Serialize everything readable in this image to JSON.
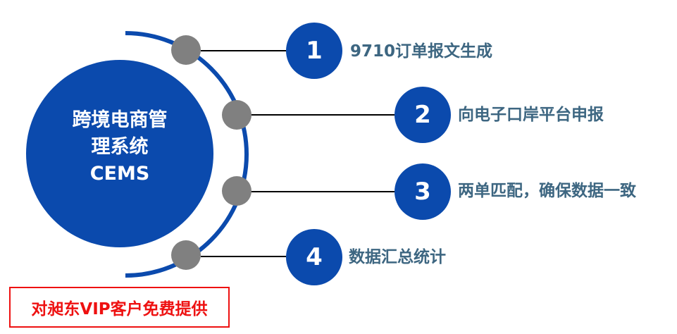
{
  "colors": {
    "primary_blue": "#0b4aad",
    "node_gray": "#808080",
    "connector": "#000000",
    "step_text": "#3d6681",
    "notice_red": "#ee1111"
  },
  "center": {
    "line1": "跨境电商管",
    "line2": "理系统",
    "line3": "CEMS"
  },
  "steps": [
    {
      "number": "1",
      "label": "9710订单报文生成"
    },
    {
      "number": "2",
      "label": "向电子口岸平台申报"
    },
    {
      "number": "3",
      "label": "两单匹配，确保数据一致"
    },
    {
      "number": "4",
      "label": "数据汇总统计"
    }
  ],
  "notice": {
    "text": "对昶东VIP客户免费提供"
  }
}
